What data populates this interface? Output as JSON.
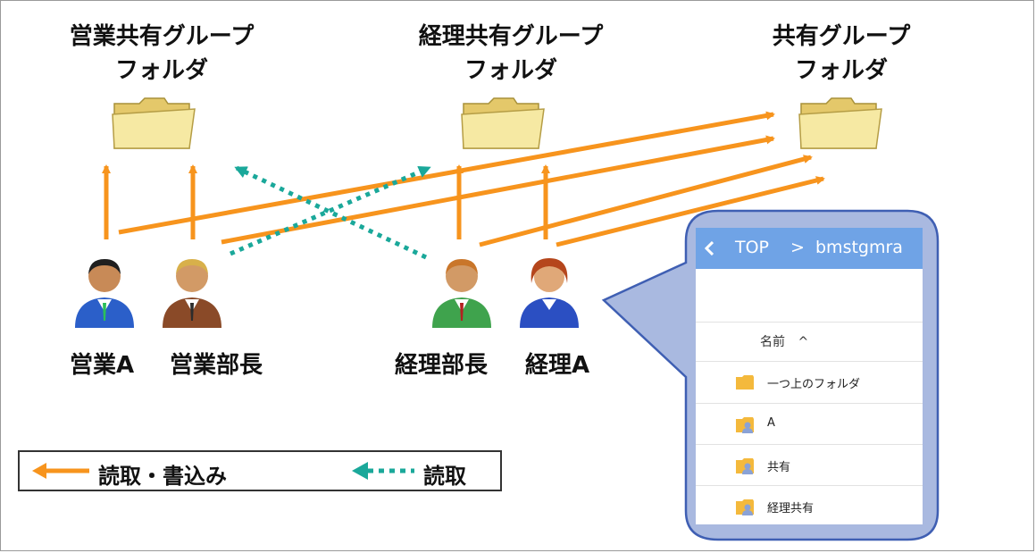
{
  "folders": [
    {
      "line1": "営業共有グループ",
      "line2": "フォルダ"
    },
    {
      "line1": "経理共有グループ",
      "line2": "フォルダ"
    },
    {
      "line1": "共有グループ",
      "line2": "フォルダ"
    }
  ],
  "people": [
    {
      "label": "営業A"
    },
    {
      "label": "営業部長"
    },
    {
      "label": "経理部長"
    },
    {
      "label": "経理A"
    }
  ],
  "legend": {
    "readwrite_label": "読取・書込み",
    "read_label": "読取"
  },
  "panel": {
    "breadcrumb_root": "TOP",
    "breadcrumb_sep": ">",
    "breadcrumb_current": "bmstgmra",
    "column_header": "名前",
    "sort_indicator": "^",
    "rows": [
      {
        "label": "一つ上のフォルダ",
        "icon": "folder-icon"
      },
      {
        "label": "A",
        "icon": "user-folder-icon"
      },
      {
        "label": "共有",
        "icon": "user-folder-icon"
      },
      {
        "label": "経理共有",
        "icon": "user-folder-icon"
      }
    ]
  },
  "colors": {
    "readwrite_arrow": "#f7941d",
    "read_arrow": "#1aa89a",
    "panel_header": "#6fa3e6",
    "callout_fill": "#a9b9e0",
    "callout_border": "#3f5fb3"
  }
}
